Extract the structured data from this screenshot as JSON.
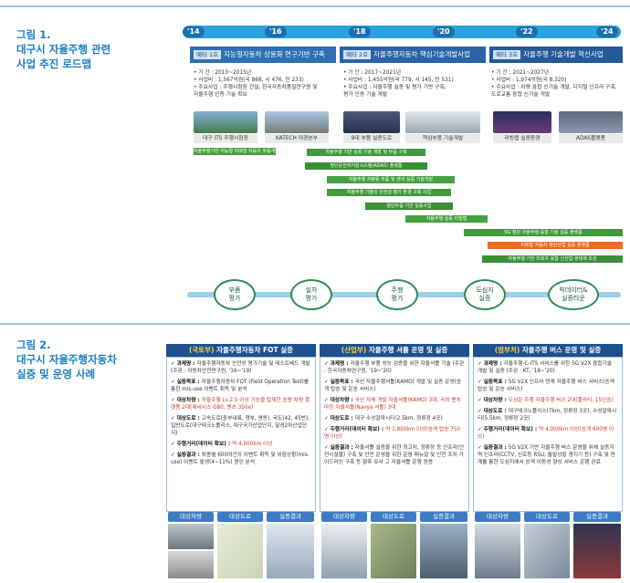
{
  "figure1": {
    "label": "그림 1.",
    "title_l1": "대구시 자율주행 관련",
    "title_l2": "사업 추진 로드맵",
    "years": [
      "'14",
      "'16",
      "'18",
      "'20",
      "'22",
      "'24"
    ],
    "phases": [
      {
        "tag": "예타 1호",
        "name": "지능형자동차 상용화 연구기반 구축"
      },
      {
        "tag": "예타 2호",
        "name": "자율주행자동차 핵심기술개발사업"
      },
      {
        "tag": "예타 3호",
        "name": "자율주행 기술개발 혁신사업"
      }
    ],
    "phase_details": [
      [
        "• 기    간 : 2010~2015년",
        "• 사업비 : 1,567억원(국 868, 시 476, 민 233)",
        "• 주요사업 : 주행시험장 건설, 한국자동차품질연구원 및",
        "   자율주행 인증 기술 확보"
      ],
      [
        "• 기    간 : 2017~2021년",
        "• 사업비 : 1,455억원(국 779, 시 145, 민 531)",
        "• 주요사업 : 자율주행 실증 및 평가 기반 구축,",
        "   평가 인증 기술 개발"
      ],
      [
        "• 기    간 : 2021~2027년",
        "• 사업비 : 1,974억원(국 8,320)",
        "• 주요사업 : 차량 융합 신기술 개발, 디지털 인프라 구축,",
        "   도로교통 융합 신기술 개발"
      ]
    ],
    "photo_captions": [
      "대구 ITS 주행시험장",
      "KATECH 대경본부",
      "9대 부품 실증도로",
      "핵심부품 기술개발",
      "리빙랩 실증환경",
      "ADAS플랫폼"
    ],
    "bars": [
      "자율주행기반 지능형 미래형 자동차 부품개발",
      "자율주행 기반 실증 기술 개발 및 부품 구축",
      "첨단운전자지원시스템(ADAS) 플랫폼",
      "자율주행 차량용 부품 및 센서 실증 기술개발",
      "자율주행 기술의 안전성 평가 환경 구축 사업",
      "첨단부품 기반 실증사업",
      "자율주행 실증 리빙랩",
      "5G 첨단 자율주행 융합 기술 실증 플랫폼",
      "미래형 자동차 첨단산업 실증 플랫폼",
      "자율주행 기반 미래차 융합 신산업 생태계 조성"
    ],
    "milestones": [
      "부품\n평가",
      "실차\n평가",
      "주행\n평가",
      "도심지\n실증",
      "빅데이터&\n실증타운"
    ]
  },
  "figure2": {
    "label": "그림 2.",
    "title_l1": "대구시 자율주행자동차",
    "title_l2": "실증 및 운영 사례",
    "columns": [
      {
        "prefix": "(국토부)",
        "heading": " 자율주행자동차 FOT 실증",
        "items": [
          [
            "과제명 : ",
            "자율주행자동차 안전성 평가기술 및 테스트베드 개발 (주관 : 자동차안전연구원, '16~'19)"
          ],
          [
            "실증목표 : ",
            "자율주행자동차 FOT (Field Operation Test)를 통한 mis-use 이벤트 취득 및 분석"
          ],
          [
            "대상차량 : ",
            "자율주행 Lv.2.5 이상 기능을 탑재한 승용 차량 플랫폼 2대(제네시스 G80, 벤츠 350e)"
          ],
          [
            "대상도로 : ",
            "고속도로(중부내륙, 경부, 영동), 국도(42, 45번), 일반도로(대구테크노폴리스, 대구국가산업단지, 달성2차산업단지)"
          ],
          [
            "주행거리(데이터 확보) : ",
            "약 4,000km 이상"
          ],
          [
            "실증결과 : ",
            "차종별 600여건의 이벤트 취득 및 위험상황(mis-use) 이벤트 발생(4~11%) 원인 분석"
          ]
        ]
      },
      {
        "prefix": "(산업부)",
        "heading": " 자율주행 셔틀 운영 및 실증",
        "items": [
          [
            "과제명 : ",
            "자율주행 부품 성능 검증을 위한 자율셔틀 기술 (주관 : 한국자동차연구원, '19~'20)"
          ],
          [
            "실증목표 : ",
            "국산 자율주행셔틀(KAMO) 개발 및 실증 운영(승객 탑승 및 운송 서비스)"
          ],
          [
            "대상차량 : ",
            "국산 자체 개발 자율셔틀(KAMO) 3대, 국외 벤치마킹 자율셔틀(Navya 셔틀) 3대"
          ],
          [
            "대상도로 : ",
            "대구 수성알파시티(2.5km, 정류장 4곳)"
          ],
          [
            "주행거리(데이터 확보) : ",
            "약 3,800km 이상(승객 탑승 750명 이상)"
          ],
          [
            "실증결과 : ",
            "자율셔틀 실증을 위한 최고치, 정류장 등 인프라(안전시설물) 구축 및 안전 운영을 위한 운영 매뉴얼 및 안전 조치 가이드라인 구축 등 향후 유사 고 자율셔틀 운행 원용"
          ]
        ]
      },
      {
        "prefix": "(범부처)",
        "heading": " 자율주행 버스 운영 및 실증",
        "items": [
          [
            "과제명 : ",
            "자율주행-C-ITS 서비스를 위한 5G V2X 융합기술 개발 및 실증 (주관 : KT, '18~'20)"
          ],
          [
            "실증목표 : ",
            "5G V2X 인프라 연계 자율주행 버스 서비스(승객 탑승 및 운송 서비스)"
          ],
          [
            "대상차량 : ",
            "도심운 주행 자율주행 버스 2대(플라티, 15인승)"
          ],
          [
            "대상도로 : ",
            "대구테크노폴리스(7km, 정류장 3곳), 수성알파시티(5.5km, 정류장 2곳)"
          ],
          [
            "주행거리(데이터 확보) : ",
            "약 4,000km 이상(승객 600명 이상)"
          ],
          [
            "실증결과 : ",
            "5G V2X 기반 자율주행 버스 운영을 위해 실증지역 인프라(CCTV, 신호등 RSU, 돌발상황 경지기 등) 구축 및 연계를 통한 도심지에서 승객 이동성 향상 서비스 운행 완료"
          ]
        ]
      }
    ],
    "sub_labels": [
      "대상차량",
      "대상도로",
      "실증결과"
    ]
  },
  "colors": {
    "accent": "#1b7fc1",
    "green": "#3f9a3b",
    "orange": "#ee6a1f",
    "navy": "#1e4f8f"
  }
}
